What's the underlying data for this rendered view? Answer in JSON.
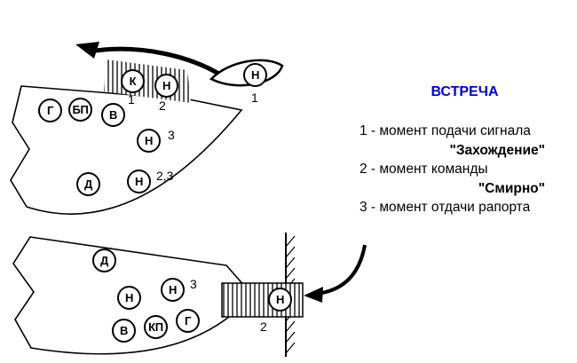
{
  "colors": {
    "title_blue": "#0000CC"
  },
  "title": {
    "text": "ВСТРЕЧА"
  },
  "legend": {
    "item1": "1 - момент подачи сигнала",
    "item1_term": "\"Захождение\"",
    "item2": "2 - момент команды",
    "item2_term": "\"Смирно\"",
    "item3": "3 - момент отдачи рапорта"
  },
  "top_scene": {
    "gangway": {
      "k": "К",
      "note_k": "1",
      "n": "Н",
      "note_n": "2"
    },
    "boat": {
      "n": "Н",
      "note": "1"
    },
    "deck": {
      "g": "Г",
      "bp": "БП",
      "v": "В",
      "n1": "Н",
      "n1_note": "3",
      "d": "Д",
      "n2": "Н",
      "n2_note": "2,3"
    }
  },
  "bottom_scene": {
    "deck": {
      "d": "Д",
      "n1": "Н",
      "n2": "Н",
      "n2_note": "3",
      "v": "В",
      "kp": "КП",
      "g": "Г"
    },
    "gangway": {
      "n": "Н",
      "note": "2"
    }
  }
}
